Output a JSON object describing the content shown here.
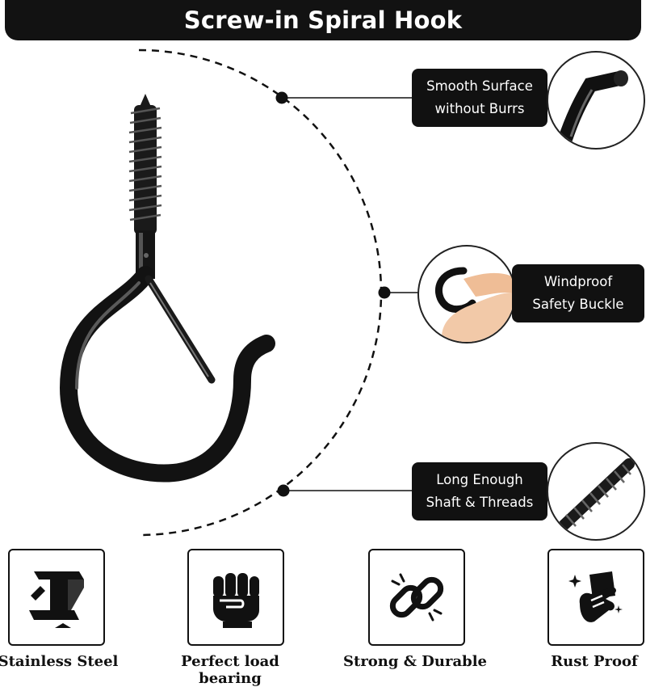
{
  "title": "Screw-in Spiral Hook",
  "callouts": [
    {
      "line1": "Smooth Surface",
      "line2": "without Burrs"
    },
    {
      "line1": "Windproof",
      "line2": "Safety Buckle"
    },
    {
      "line1": "Long Enough",
      "line2": "Shaft & Threads"
    }
  ],
  "features": [
    {
      "label": "Stainless Steel",
      "icon": "steel-beam-icon"
    },
    {
      "label": "Perfect load bearing",
      "icon": "fist-icon"
    },
    {
      "label": "Strong & Durable",
      "icon": "chain-link-icon"
    },
    {
      "label": "Rust Proof",
      "icon": "cleaning-cloth-icon"
    }
  ],
  "colors": {
    "dark": "#111111",
    "accent": "#f2c9a8"
  }
}
